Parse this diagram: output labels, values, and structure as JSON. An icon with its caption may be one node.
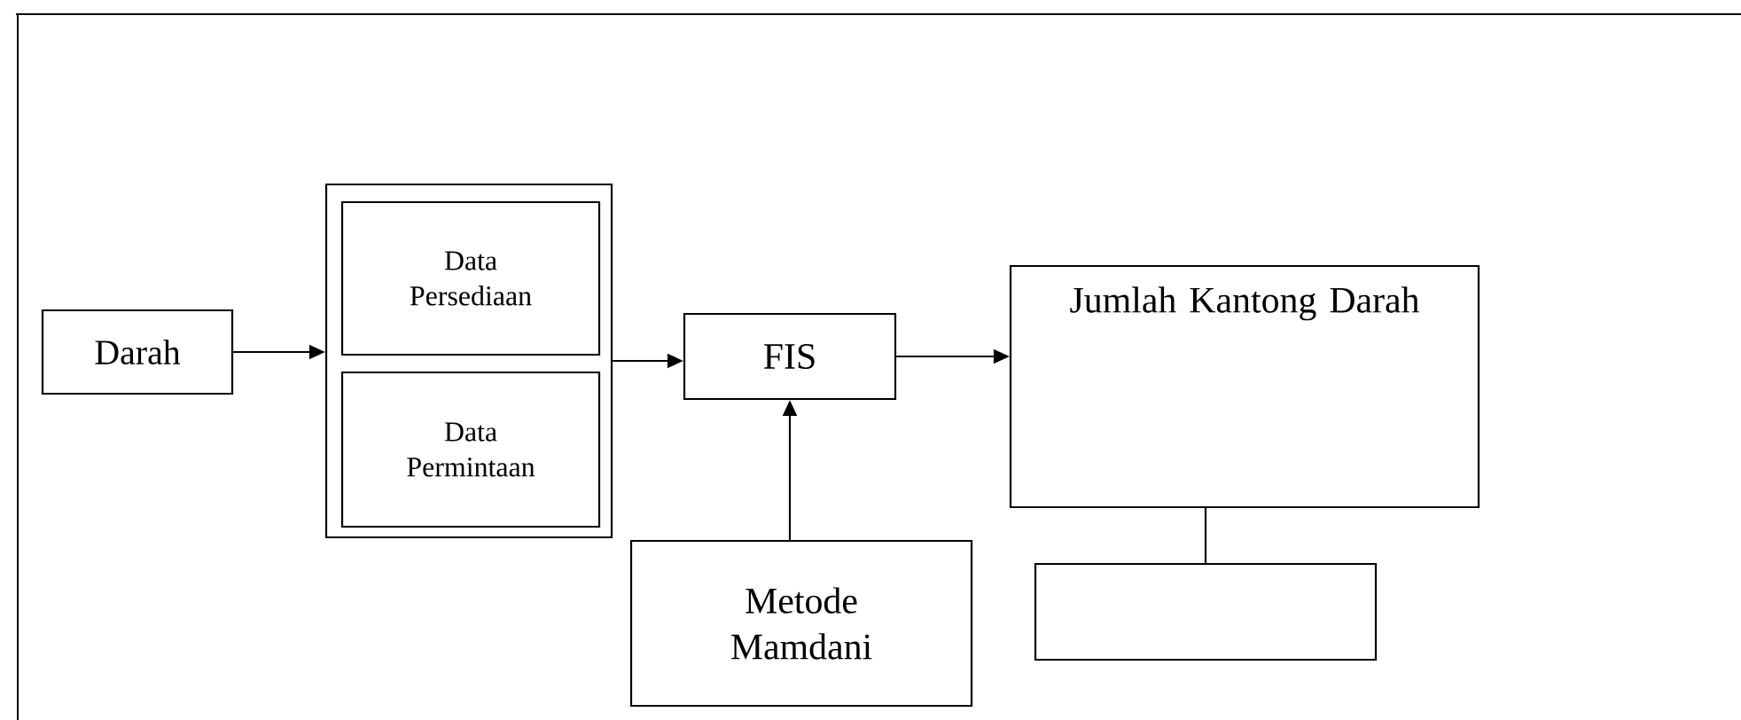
{
  "diagram": {
    "nodes": [
      {
        "text": [
          "Darah"
        ]
      },
      {
        "text": [],
        "shape": "box"
      },
      {
        "text": [
          "Data Persediaan"
        ],
        "in": 1
      },
      {
        "text": [
          "Data Permintaan"
        ],
        "in": 1
      },
      {
        "text": [
          "FIS"
        ]
      },
      {
        "text": [
          "Jumlah Kantong Darah"
        ]
      },
      {
        "text": [
          "Metode Mamdani"
        ]
      },
      {
        "text": [],
        "shape": "box"
      }
    ],
    "edges": [
      {
        "from": 0,
        "to": 1,
        "arrow": "to"
      },
      {
        "from": 1,
        "to": 4,
        "arrow": "to"
      },
      {
        "from": 4,
        "to": 5,
        "arrow": "to"
      },
      {
        "from": 6,
        "to": 4,
        "arrow": "to"
      },
      {
        "from": 5,
        "to": 7,
        "arrow": "none"
      }
    ]
  }
}
